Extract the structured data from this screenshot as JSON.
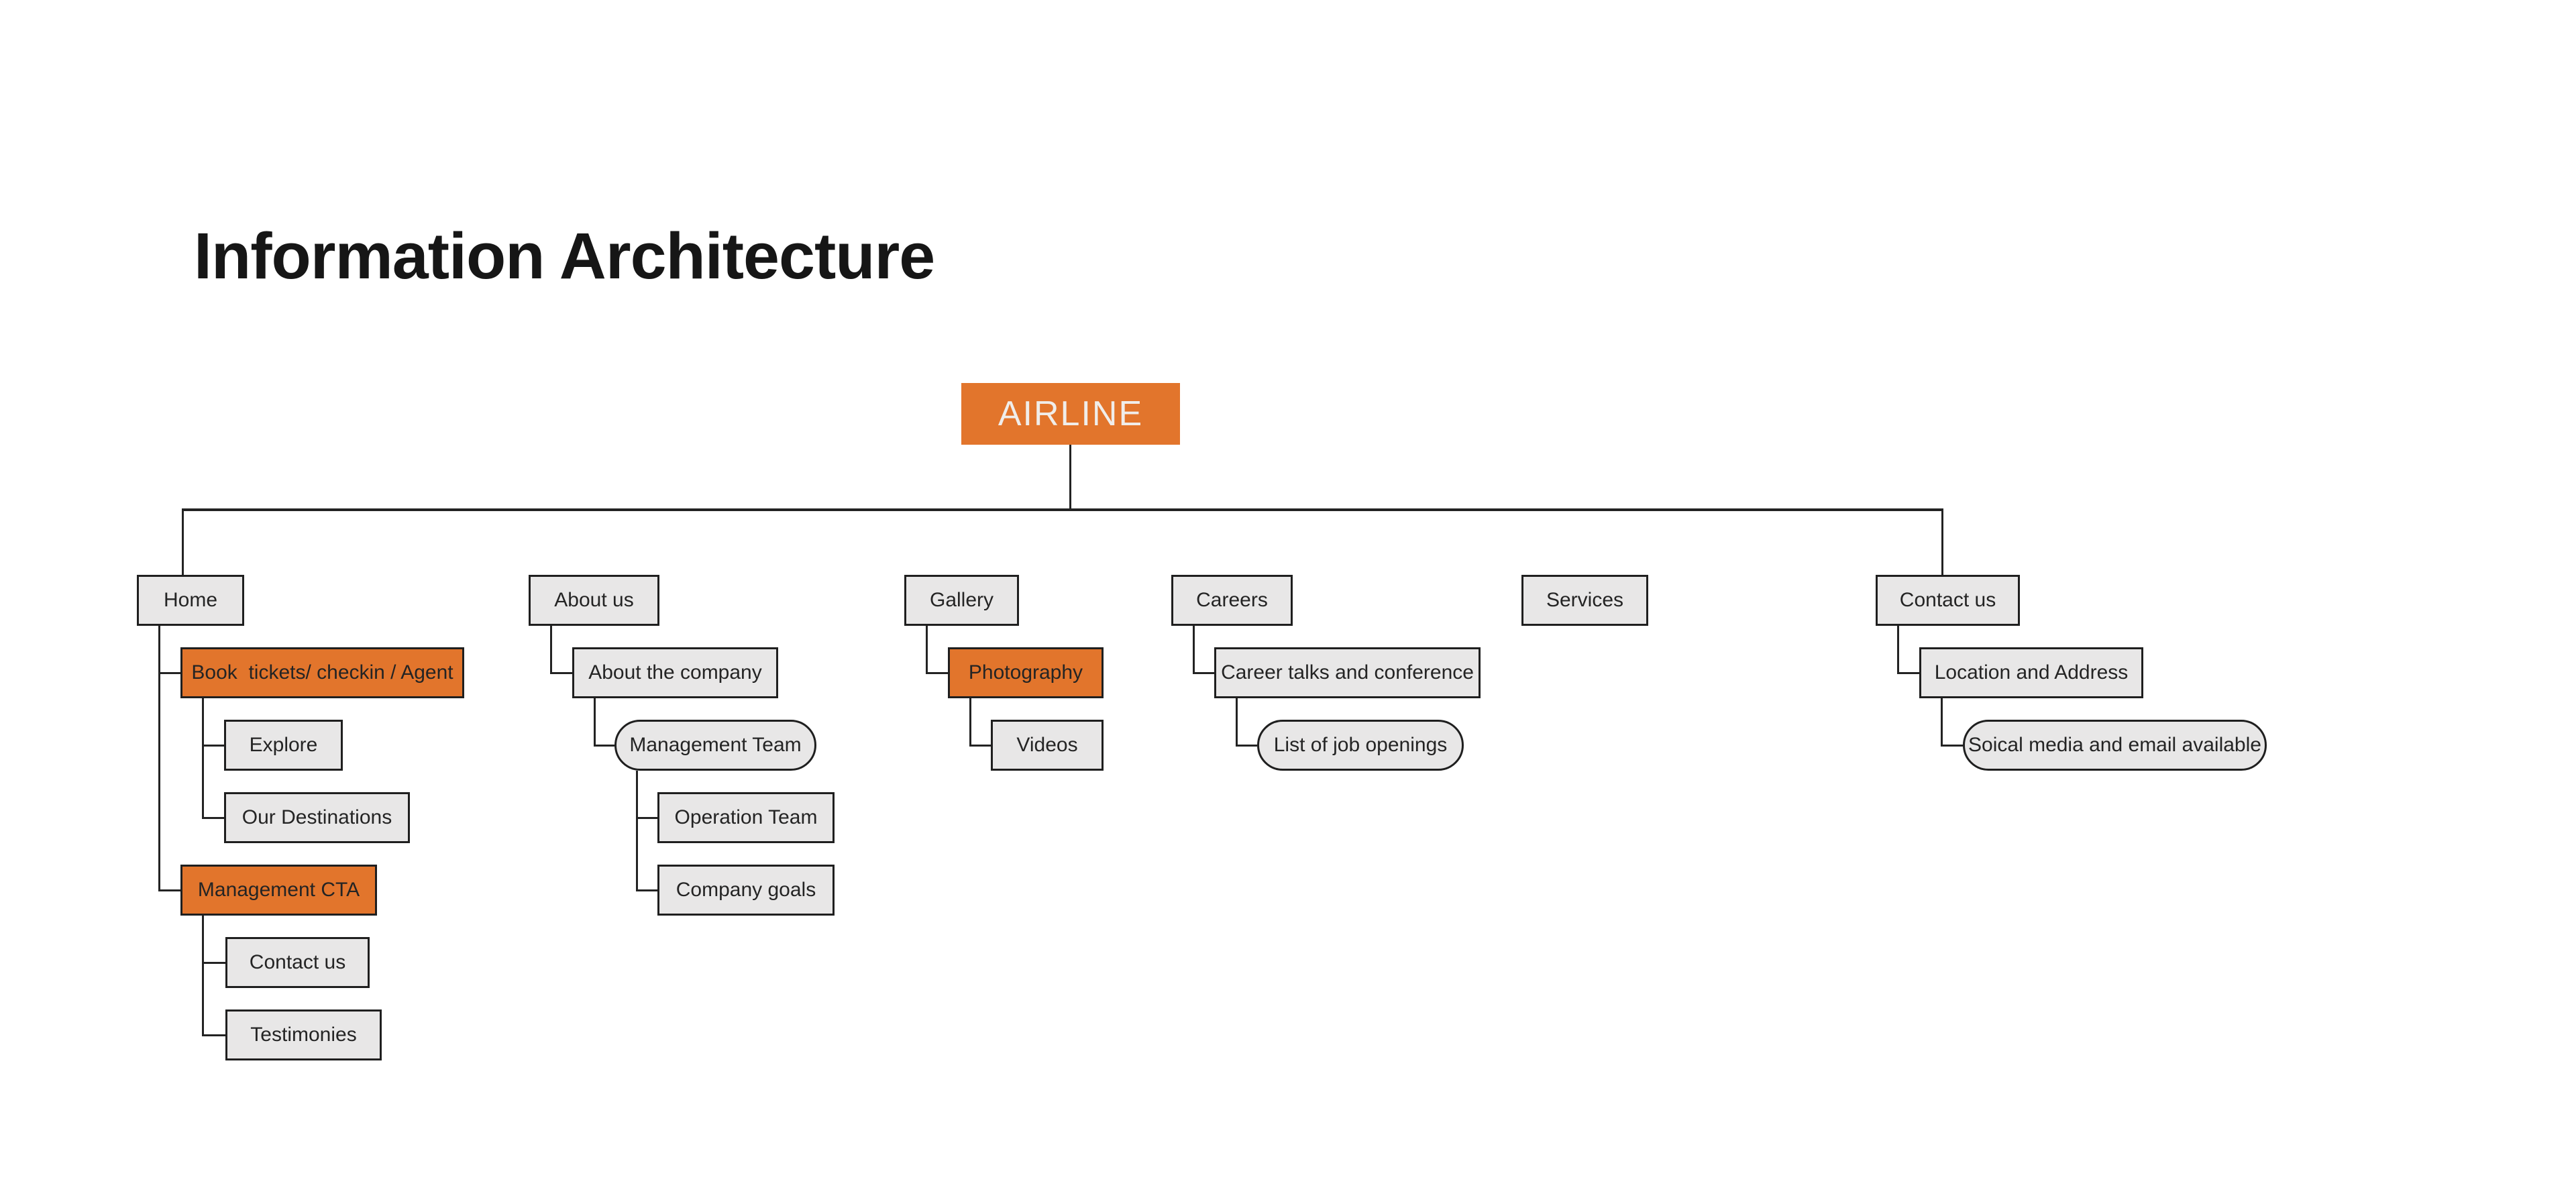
{
  "title": "Information Architecture",
  "colors": {
    "accent_orange": "#e2752c",
    "node_gray": "#e8e7e7",
    "line_dark": "#232323",
    "root_text": "#f0edea",
    "title_text": "#161616"
  },
  "nodes": [
    {
      "id": "airline",
      "label": "AIRLINE",
      "shape": "rect",
      "color": "orange",
      "role": "root",
      "parent": null
    },
    {
      "id": "home",
      "label": "Home",
      "shape": "rect",
      "color": "gray",
      "role": "item",
      "parent": "airline"
    },
    {
      "id": "about-us",
      "label": "About us",
      "shape": "rect",
      "color": "gray",
      "role": "item",
      "parent": "airline"
    },
    {
      "id": "gallery",
      "label": "Gallery",
      "shape": "rect",
      "color": "gray",
      "role": "item",
      "parent": "airline"
    },
    {
      "id": "careers",
      "label": "Careers",
      "shape": "rect",
      "color": "gray",
      "role": "item",
      "parent": "airline"
    },
    {
      "id": "services",
      "label": "Services",
      "shape": "rect",
      "color": "gray",
      "role": "item",
      "parent": "airline"
    },
    {
      "id": "contact-us",
      "label": "Contact us",
      "shape": "rect",
      "color": "gray",
      "role": "item",
      "parent": "airline"
    },
    {
      "id": "book-tickets",
      "label": "Book  tickets/ checkin / Agent",
      "shape": "rect",
      "color": "orange",
      "role": "item",
      "parent": "home"
    },
    {
      "id": "about-the-company",
      "label": "About the company",
      "shape": "rect",
      "color": "gray",
      "role": "item",
      "parent": "about-us"
    },
    {
      "id": "photography",
      "label": "Photography",
      "shape": "rect",
      "color": "orange",
      "role": "item",
      "parent": "gallery"
    },
    {
      "id": "career-talks",
      "label": "Career talks and conference",
      "shape": "rect",
      "color": "gray",
      "role": "item",
      "parent": "careers"
    },
    {
      "id": "location-address",
      "label": "Location and Address",
      "shape": "rect",
      "color": "gray",
      "role": "item",
      "parent": "contact-us"
    },
    {
      "id": "explore",
      "label": "Explore",
      "shape": "rect",
      "color": "gray",
      "role": "item",
      "parent": "book-tickets"
    },
    {
      "id": "management-team",
      "label": "Management Team",
      "shape": "pill",
      "color": "gray",
      "role": "item",
      "parent": "about-the-company"
    },
    {
      "id": "videos",
      "label": "Videos",
      "shape": "rect",
      "color": "gray",
      "role": "item",
      "parent": "photography"
    },
    {
      "id": "job-openings",
      "label": "List of job openings",
      "shape": "pill",
      "color": "gray",
      "role": "item",
      "parent": "career-talks"
    },
    {
      "id": "social-media",
      "label": "Soical media and email available",
      "shape": "pill",
      "color": "gray",
      "role": "item",
      "parent": "location-address"
    },
    {
      "id": "our-destinations",
      "label": "Our Destinations",
      "shape": "rect",
      "color": "gray",
      "role": "item",
      "parent": "book-tickets"
    },
    {
      "id": "operation-team",
      "label": "Operation Team",
      "shape": "rect",
      "color": "gray",
      "role": "item",
      "parent": "management-team"
    },
    {
      "id": "management-cta",
      "label": "Management CTA",
      "shape": "rect",
      "color": "orange",
      "role": "item",
      "parent": "home"
    },
    {
      "id": "company-goals",
      "label": "Company goals",
      "shape": "rect",
      "color": "gray",
      "role": "item",
      "parent": "management-team"
    },
    {
      "id": "contact-us-child",
      "label": "Contact us",
      "shape": "rect",
      "color": "gray",
      "role": "item",
      "parent": "management-cta"
    },
    {
      "id": "testimonies",
      "label": "Testimonies",
      "shape": "rect",
      "color": "gray",
      "role": "item",
      "parent": "management-cta"
    }
  ]
}
